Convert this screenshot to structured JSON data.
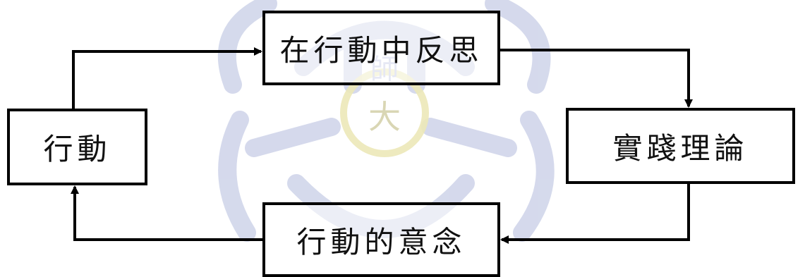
{
  "diagram": {
    "nodes": {
      "reflect": "在行動中反思",
      "action": "行動",
      "theory": "實踐理論",
      "intent": "行動的意念"
    },
    "watermark_text": [
      "師",
      "大"
    ],
    "colors": {
      "box_border": "#000000",
      "arrow": "#000000",
      "watermark": "#c7cde6",
      "watermark_accent": "#ece8b8"
    },
    "edges": [
      {
        "from": "action",
        "to": "reflect"
      },
      {
        "from": "reflect",
        "to": "theory"
      },
      {
        "from": "theory",
        "to": "intent"
      },
      {
        "from": "intent",
        "to": "action"
      }
    ]
  }
}
